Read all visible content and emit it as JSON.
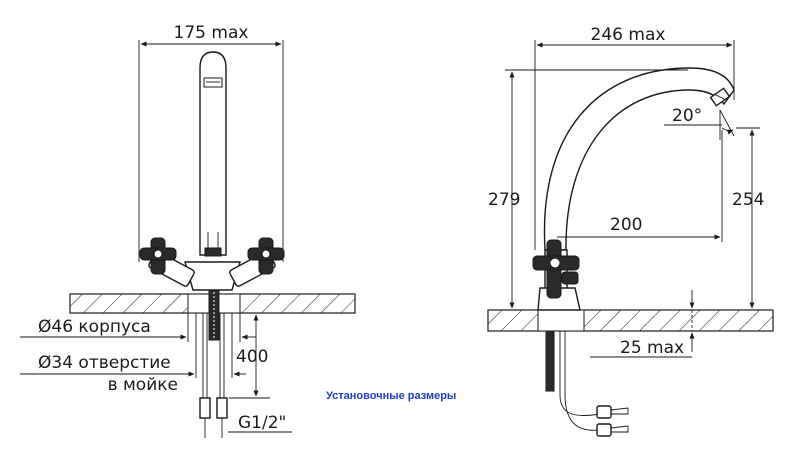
{
  "caption": "Установочные размеры",
  "front_view": {
    "width_label": "175 max",
    "body_diameter_label": "Ø46 корпуса",
    "hole_label_line1": "Ø34 отверстие",
    "hole_label_line2": "в мойке",
    "hose_length_label": "400",
    "thread_label": "G1/2\""
  },
  "side_view": {
    "reach_width_label": "246 max",
    "height_label": "279",
    "spout_angle_label": "20°",
    "spout_height_label": "254",
    "reach_label": "200",
    "countertop_label": "25 max"
  }
}
